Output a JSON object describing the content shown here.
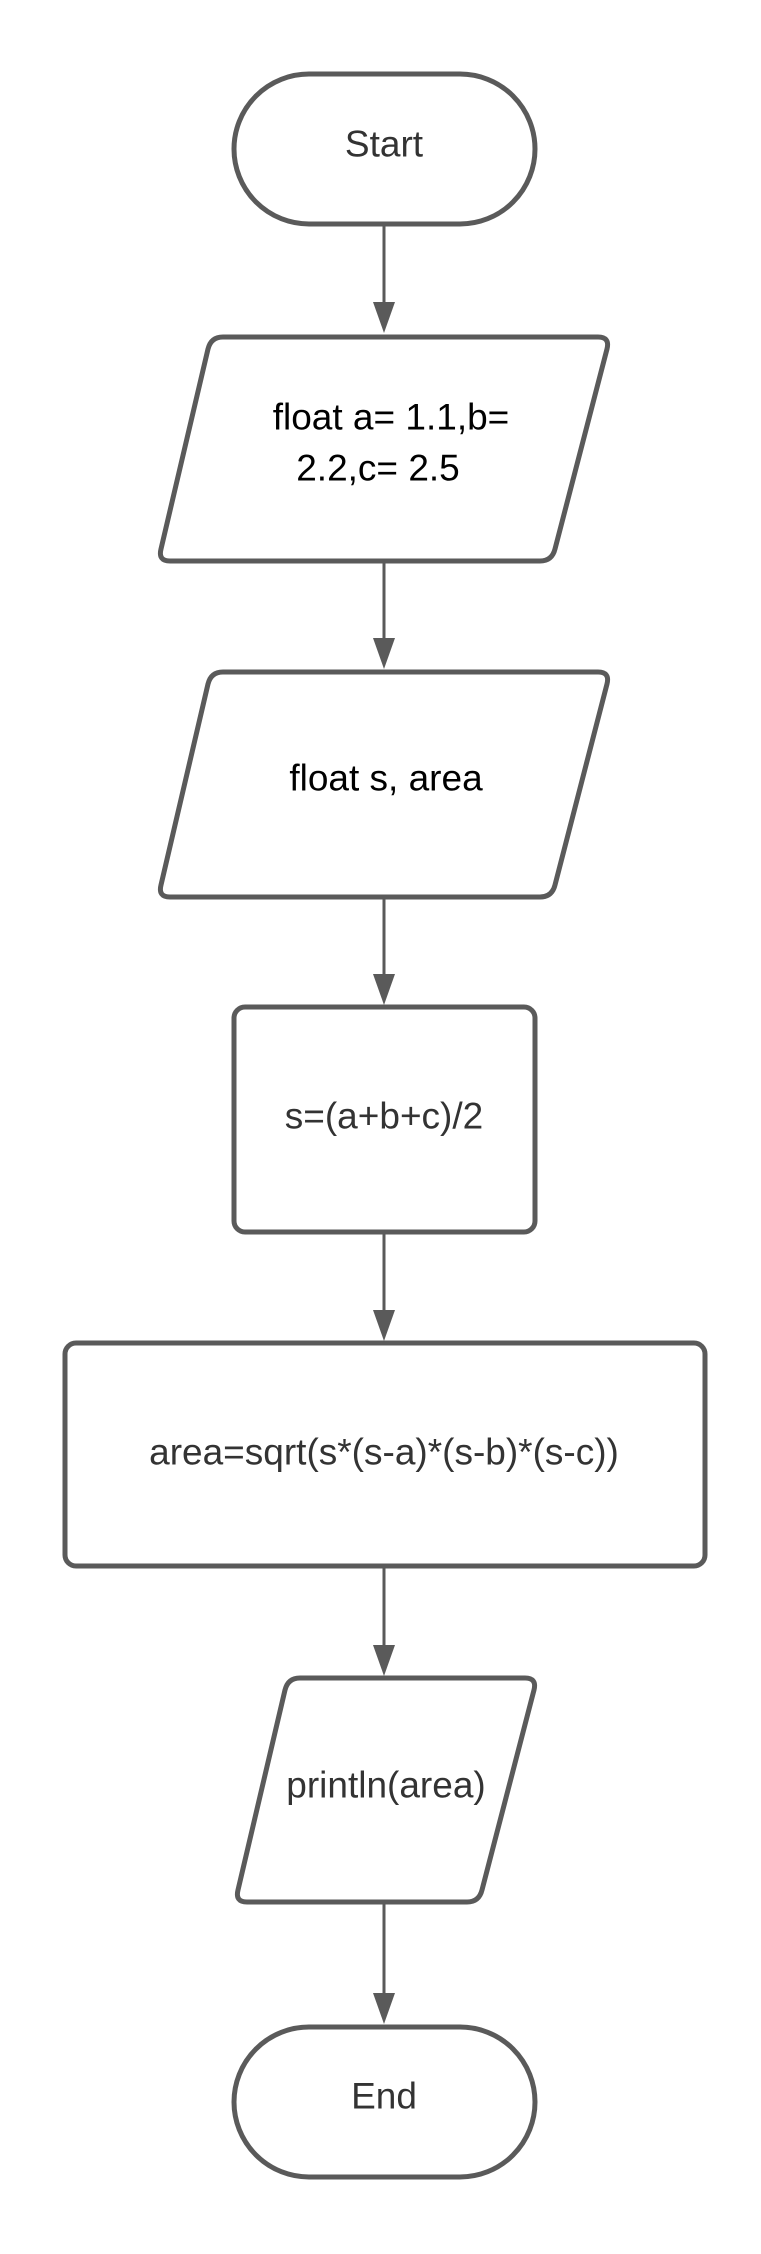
{
  "colors": {
    "stroke": "#5a5a5a",
    "text_dark": "#333333",
    "text_black": "#000000",
    "background": "#ffffff"
  },
  "nodes": {
    "start": {
      "shape": "terminator",
      "label": "Start"
    },
    "declare_abc": {
      "shape": "parallelogram",
      "lines": [
        "float a= 1.1,b=",
        "2.2,c= 2.5"
      ]
    },
    "declare_s_area": {
      "shape": "parallelogram",
      "label": "float s, area"
    },
    "compute_s": {
      "shape": "process",
      "label": "s=(a+b+c)/2"
    },
    "compute_area": {
      "shape": "process",
      "label": "area=sqrt(s*(s-a)*(s-b)*(s-c))"
    },
    "print_area": {
      "shape": "parallelogram",
      "label": "println(area)"
    },
    "end": {
      "shape": "terminator",
      "label": "End"
    }
  },
  "edges": [
    {
      "from": "start",
      "to": "declare_abc"
    },
    {
      "from": "declare_abc",
      "to": "declare_s_area"
    },
    {
      "from": "declare_s_area",
      "to": "compute_s"
    },
    {
      "from": "compute_s",
      "to": "compute_area"
    },
    {
      "from": "compute_area",
      "to": "print_area"
    },
    {
      "from": "print_area",
      "to": "end"
    }
  ]
}
